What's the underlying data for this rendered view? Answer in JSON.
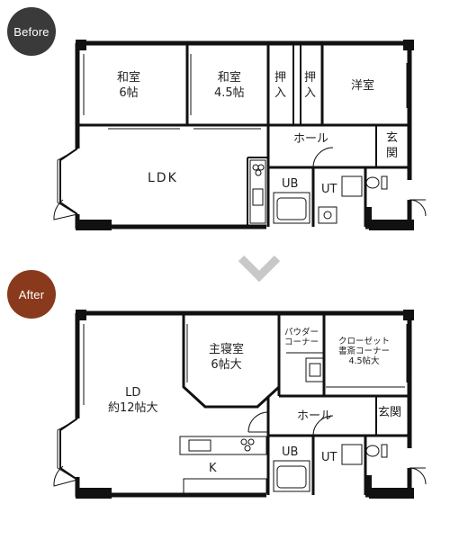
{
  "before": {
    "badge": "Before",
    "rooms": {
      "washitsu1": [
        "和室",
        "6帖"
      ],
      "washitsu2": [
        "和室",
        "4.5帖"
      ],
      "oshiire1": [
        "押",
        "入"
      ],
      "oshiire2": [
        "押",
        "入"
      ],
      "youshitsu": "洋室",
      "hall": "ホール",
      "genkan": [
        "玄",
        "関"
      ],
      "ldk": "LDK",
      "ub": "UB",
      "ut": "UT"
    }
  },
  "after": {
    "badge": "After",
    "rooms": {
      "ld": [
        "LD",
        "約12帖大"
      ],
      "bedroom": [
        "主寝室",
        "6帖大"
      ],
      "powder": [
        "パウダー",
        "コーナー"
      ],
      "closet": [
        "クローゼット",
        "書斎コーナー",
        "4.5帖大"
      ],
      "hall": "ホール",
      "genkan": "玄関",
      "ub": "UB",
      "ut": "UT",
      "k": "K"
    }
  },
  "colors": {
    "before_badge": "#3a3a3a",
    "after_badge": "#8a3a1c",
    "arrow": "#c8c8c8",
    "wall": "#111111"
  }
}
